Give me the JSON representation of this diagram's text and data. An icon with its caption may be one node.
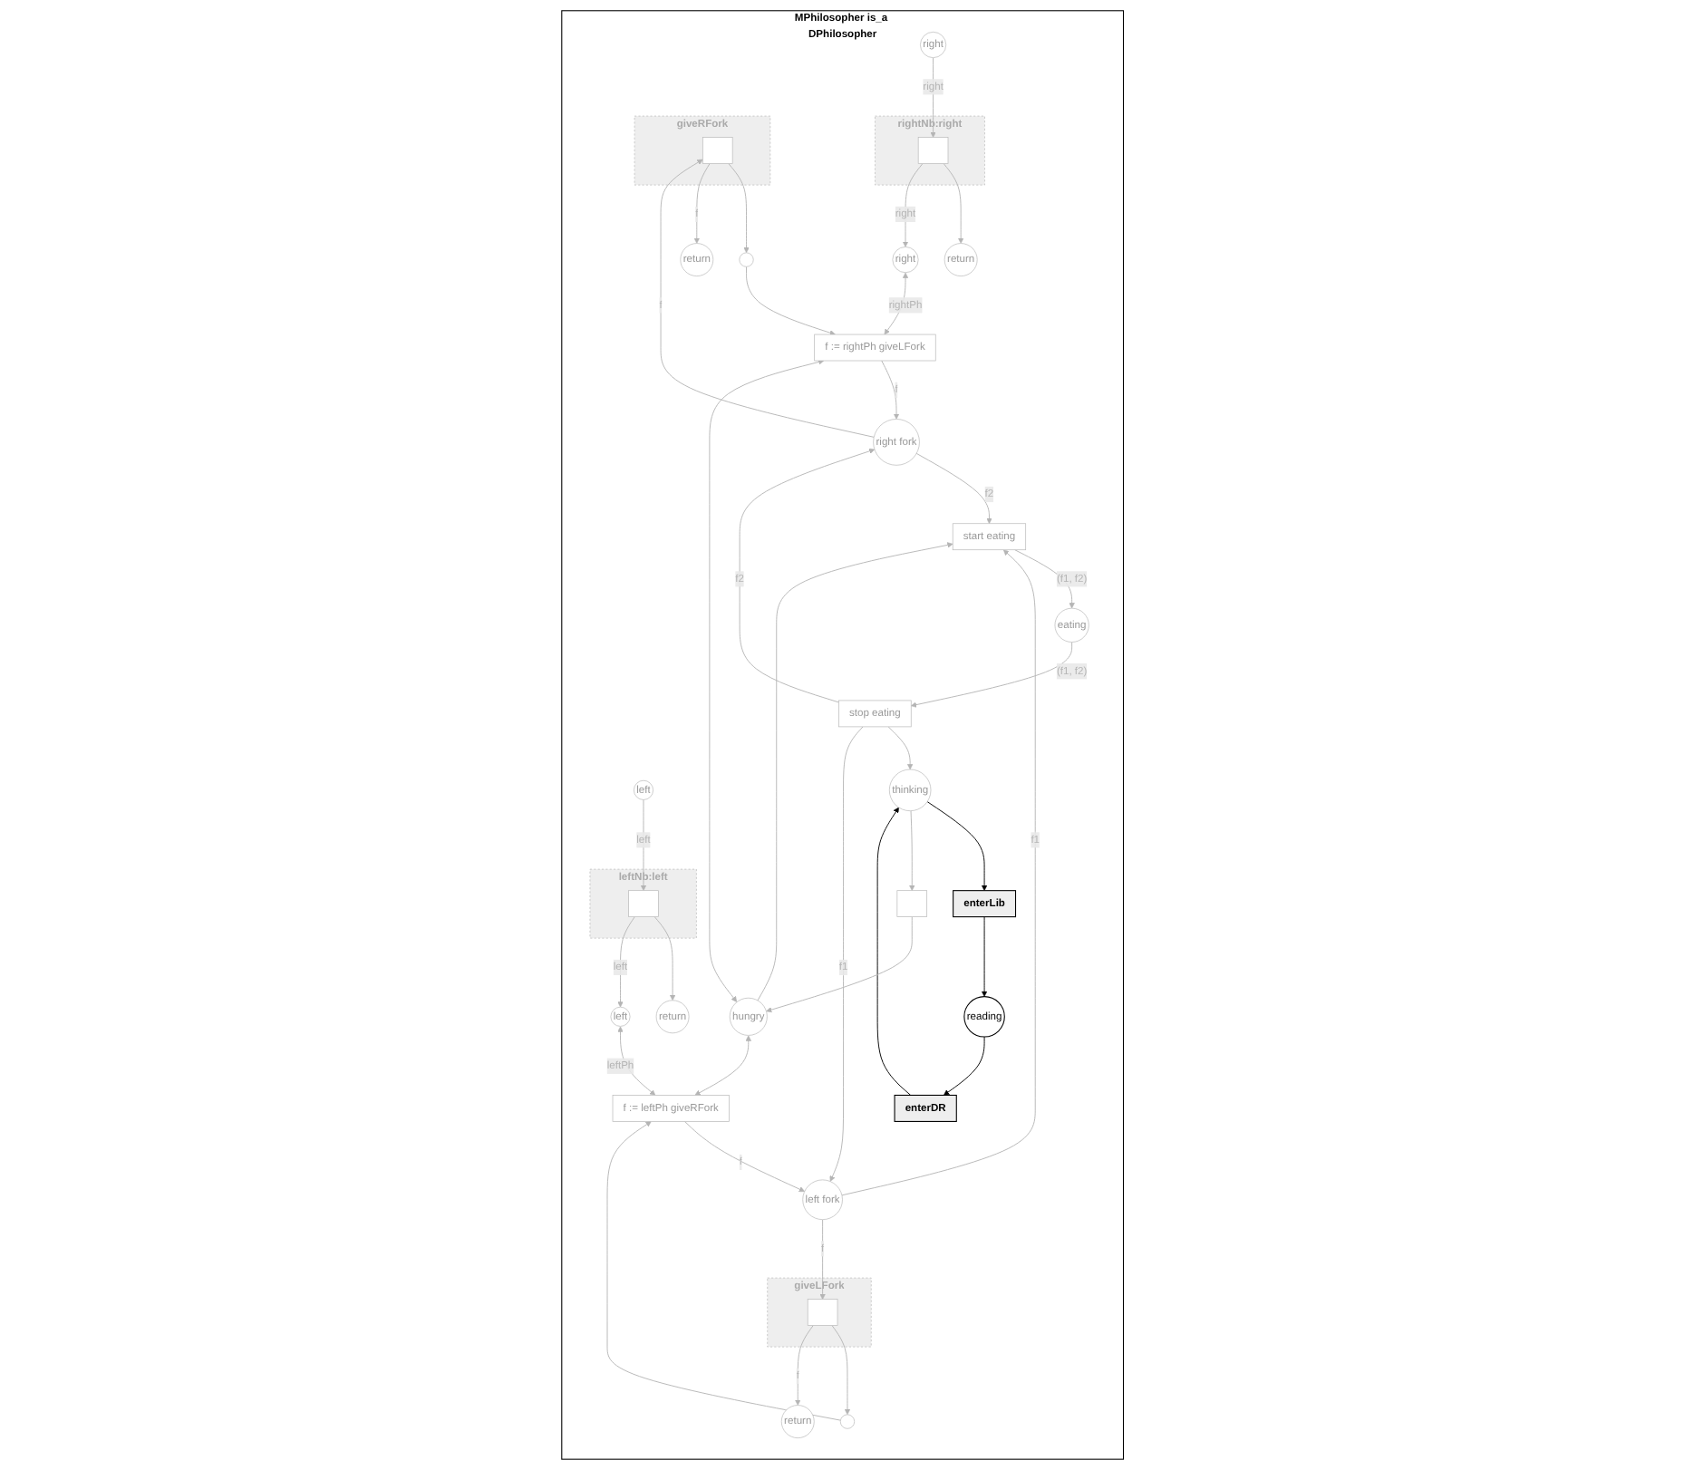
{
  "diagram": {
    "nodes": [
      {
        "text": [
          "MPhilosopher is_a DPhilosopher"
        ]
      },
      {
        "text": [
          "left"
        ],
        "in": 0
      },
      {
        "text": [
          "leftNb:left"
        ],
        "in": 0
      },
      {
        "text": [],
        "shape": "box",
        "in": 2
      },
      {
        "text": [
          "return"
        ],
        "in": 0
      },
      {
        "text": [
          "reading"
        ],
        "in": 0
      },
      {
        "text": [
          "enterDR"
        ],
        "in": 0
      },
      {
        "text": [
          "enterLib"
        ],
        "in": 0
      },
      {
        "text": [
          "right"
        ],
        "in": 0
      },
      {
        "text": [
          "rightNb:right"
        ],
        "in": 0
      },
      {
        "text": [],
        "shape": "box",
        "in": 9
      },
      {
        "text": [
          "return"
        ],
        "in": 0
      },
      {
        "text": [
          "thinking"
        ],
        "in": 0
      },
      {
        "text": [],
        "shape": "box",
        "in": 0
      },
      {
        "text": [
          "left"
        ],
        "in": 0
      },
      {
        "text": [],
        "shape": "circle",
        "in": 0
      },
      {
        "text": [
          "hungry"
        ],
        "in": 0
      },
      {
        "text": [],
        "shape": "circle",
        "in": 0
      },
      {
        "text": [
          "right"
        ],
        "in": 0
      },
      {
        "text": [
          "f := leftPh giveRFork"
        ],
        "in": 0
      },
      {
        "text": [
          "start eating"
        ],
        "in": 0
      },
      {
        "text": [
          "f := rightPh giveLFork"
        ],
        "in": 0
      },
      {
        "text": [
          "left fork"
        ],
        "in": 0
      },
      {
        "text": [
          "eating"
        ],
        "in": 0
      },
      {
        "text": [
          "right fork"
        ],
        "in": 0
      },
      {
        "text": [
          "giveLFork"
        ],
        "in": 0
      },
      {
        "text": [],
        "shape": "box",
        "in": 25
      },
      {
        "text": [
          "return"
        ],
        "in": 0
      },
      {
        "text": [
          "stop eating"
        ],
        "in": 0
      },
      {
        "text": [
          "giveRFork"
        ],
        "in": 0
      },
      {
        "text": [],
        "shape": "box",
        "in": 29
      },
      {
        "text": [
          "return"
        ],
        "in": 0
      }
    ],
    "edges": [
      {
        "from": 1,
        "to": 3,
        "arrow": "to",
        "label": "left"
      },
      {
        "from": 3,
        "to": 4,
        "arrow": "to"
      },
      {
        "from": 3,
        "to": 14,
        "arrow": "to",
        "label": "left"
      },
      {
        "from": 8,
        "to": 10,
        "arrow": "to",
        "label": "right"
      },
      {
        "from": 10,
        "to": 11,
        "arrow": "to"
      },
      {
        "from": 10,
        "to": 18,
        "arrow": "to",
        "label": "right"
      },
      {
        "from": 5,
        "to": 6,
        "arrow": "to",
        "color": "#000000"
      },
      {
        "from": 6,
        "to": 12,
        "arrow": "to",
        "color": "#000000"
      },
      {
        "from": 12,
        "to": 7,
        "arrow": "to",
        "color": "#000000"
      },
      {
        "from": 7,
        "to": 5,
        "arrow": "to",
        "color": "#000000"
      },
      {
        "from": 12,
        "to": 13,
        "arrow": "to"
      },
      {
        "from": 13,
        "to": 16,
        "arrow": "to"
      },
      {
        "from": 26,
        "to": 15,
        "arrow": "to"
      },
      {
        "from": 30,
        "to": 17,
        "arrow": "to"
      },
      {
        "from": 28,
        "to": 12,
        "arrow": "to"
      },
      {
        "from": 14,
        "to": 19,
        "arrow": "both",
        "label": "leftPh"
      },
      {
        "from": 15,
        "to": 19,
        "arrow": "to"
      },
      {
        "from": 16,
        "to": 19,
        "arrow": "both"
      },
      {
        "from": 16,
        "to": 20,
        "arrow": "to"
      },
      {
        "from": 18,
        "to": 21,
        "arrow": "both",
        "label": "rightPh"
      },
      {
        "from": 17,
        "to": 21,
        "arrow": "to"
      },
      {
        "from": 16,
        "to": 21,
        "arrow": "both"
      },
      {
        "from": 19,
        "to": 22,
        "arrow": "to",
        "label": "f"
      },
      {
        "from": 21,
        "to": 24,
        "arrow": "to",
        "label": "f"
      },
      {
        "from": 22,
        "to": 20,
        "arrow": "to",
        "label": "f1"
      },
      {
        "from": 24,
        "to": 20,
        "arrow": "to",
        "label": "f2"
      },
      {
        "from": 20,
        "to": 23,
        "arrow": "to",
        "label": "(f1, f2)"
      },
      {
        "from": 23,
        "to": 28,
        "arrow": "to",
        "label": "(f1, f2)"
      },
      {
        "from": 28,
        "to": 22,
        "arrow": "to",
        "label": "f1"
      },
      {
        "from": 28,
        "to": 24,
        "arrow": "to",
        "label": "f2"
      },
      {
        "from": 22,
        "to": 26,
        "arrow": "to",
        "label": "f"
      },
      {
        "from": 24,
        "to": 30,
        "arrow": "to",
        "label": "f"
      },
      {
        "from": 26,
        "to": 27,
        "arrow": "to",
        "label": "f"
      },
      {
        "from": 30,
        "to": 31,
        "arrow": "to",
        "label": "f"
      }
    ]
  }
}
